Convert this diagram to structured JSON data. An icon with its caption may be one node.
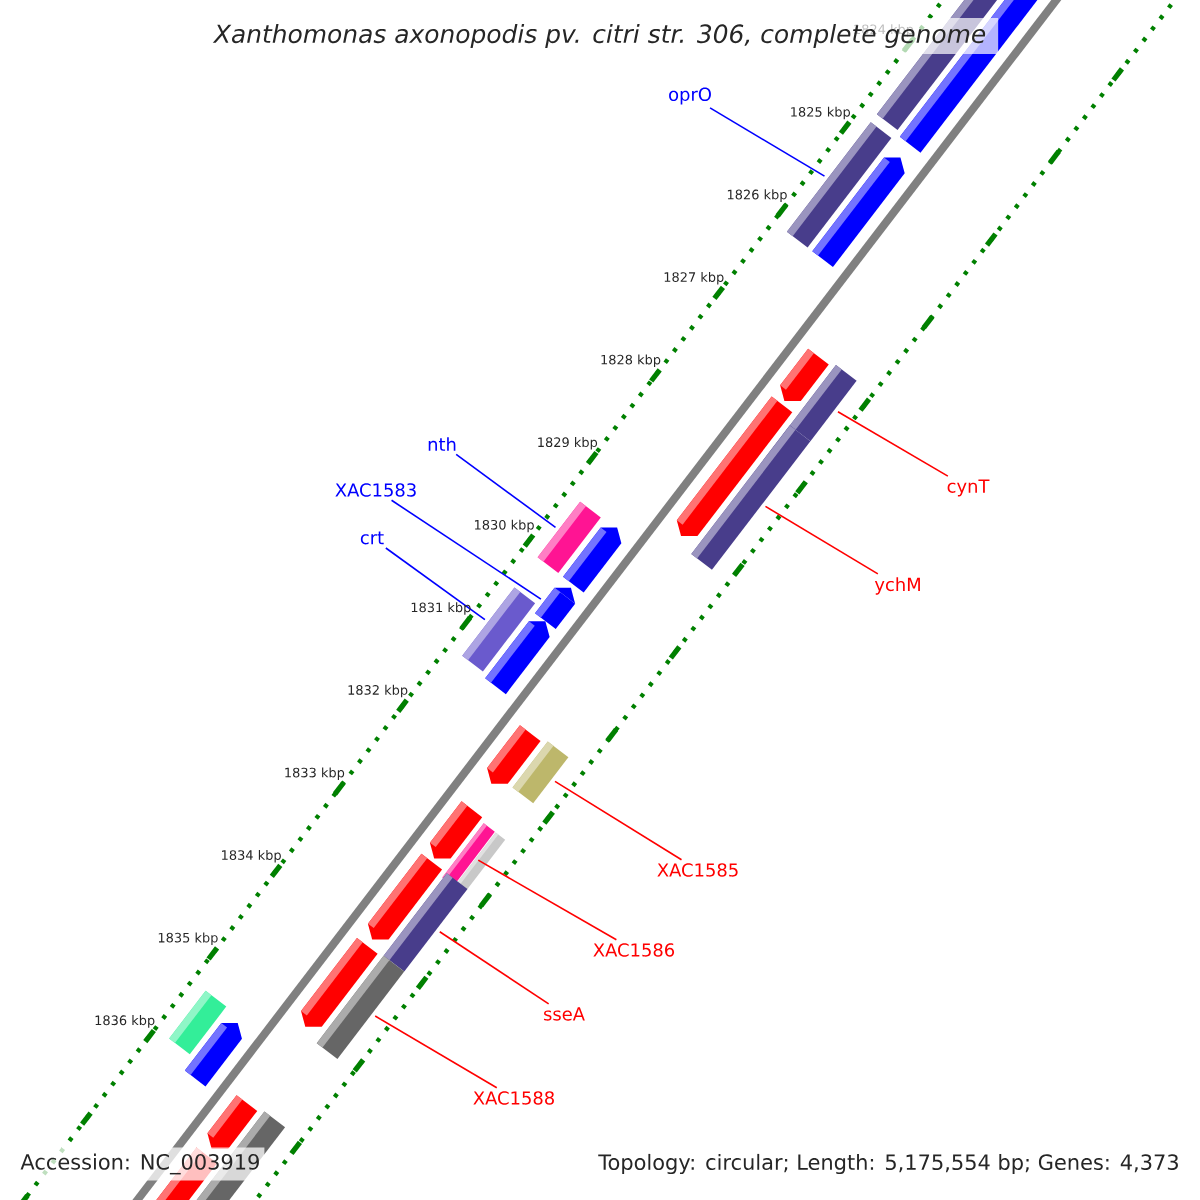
{
  "diagram": {
    "title": "Xanthomonas axonopodis pv. citri str. 306, complete genome",
    "nodes": [
      {
        "text": [
          "oprO"
        ]
      },
      {
        "text": [],
        "shape": "bar"
      },
      {
        "text": [
          "cynT"
        ]
      },
      {
        "text": [],
        "shape": "bar"
      },
      {
        "text": [
          "nth"
        ]
      },
      {
        "text": [],
        "shape": "bar"
      },
      {
        "text": [
          "XAC1583"
        ]
      },
      {
        "text": [],
        "shape": "bar"
      },
      {
        "text": [
          "ychM"
        ]
      },
      {
        "text": [],
        "shape": "bar"
      },
      {
        "text": [
          "crt"
        ]
      },
      {
        "text": [],
        "shape": "bar"
      },
      {
        "text": [
          "XAC1585"
        ]
      },
      {
        "text": [],
        "shape": "bar"
      },
      {
        "text": [
          "XAC1586"
        ]
      },
      {
        "text": [],
        "shape": "bar"
      },
      {
        "text": [
          "sseA"
        ]
      },
      {
        "text": [],
        "shape": "bar"
      },
      {
        "text": [
          "XAC1588"
        ]
      },
      {
        "text": [],
        "shape": "bar"
      }
    ],
    "edges": [
      {
        "from": 0,
        "to": 1,
        "arrow": "none",
        "color": "#0000ff"
      },
      {
        "from": 2,
        "to": 3,
        "arrow": "none"
      },
      {
        "from": 4,
        "to": 5,
        "arrow": "none",
        "color": "#0000ff"
      },
      {
        "from": 6,
        "to": 7,
        "arrow": "none",
        "color": "#0000ff"
      },
      {
        "from": 8,
        "to": 9,
        "arrow": "none"
      },
      {
        "from": 10,
        "to": 11,
        "arrow": "none",
        "color": "#0000ff"
      },
      {
        "from": 12,
        "to": 13,
        "arrow": "none"
      },
      {
        "from": 14,
        "to": 15,
        "arrow": "none"
      },
      {
        "from": 16,
        "to": 17,
        "arrow": "none"
      },
      {
        "from": 18,
        "to": 19,
        "arrow": "none"
      }
    ],
    "labels": [
      "1824 kbp",
      "1825 kbp",
      "1826 kbp",
      "1827 kbp",
      "1828 kbp",
      "1829 kbp",
      "1830 kbp",
      "1831 kbp",
      "1832 kbp",
      "1833 kbp",
      "1834 kbp",
      "1835 kbp",
      "1836 kbp",
      "Accession: NC_003919",
      "Topology: circular; Length: 5,175,554 bp; Genes: 4,373"
    ]
  }
}
